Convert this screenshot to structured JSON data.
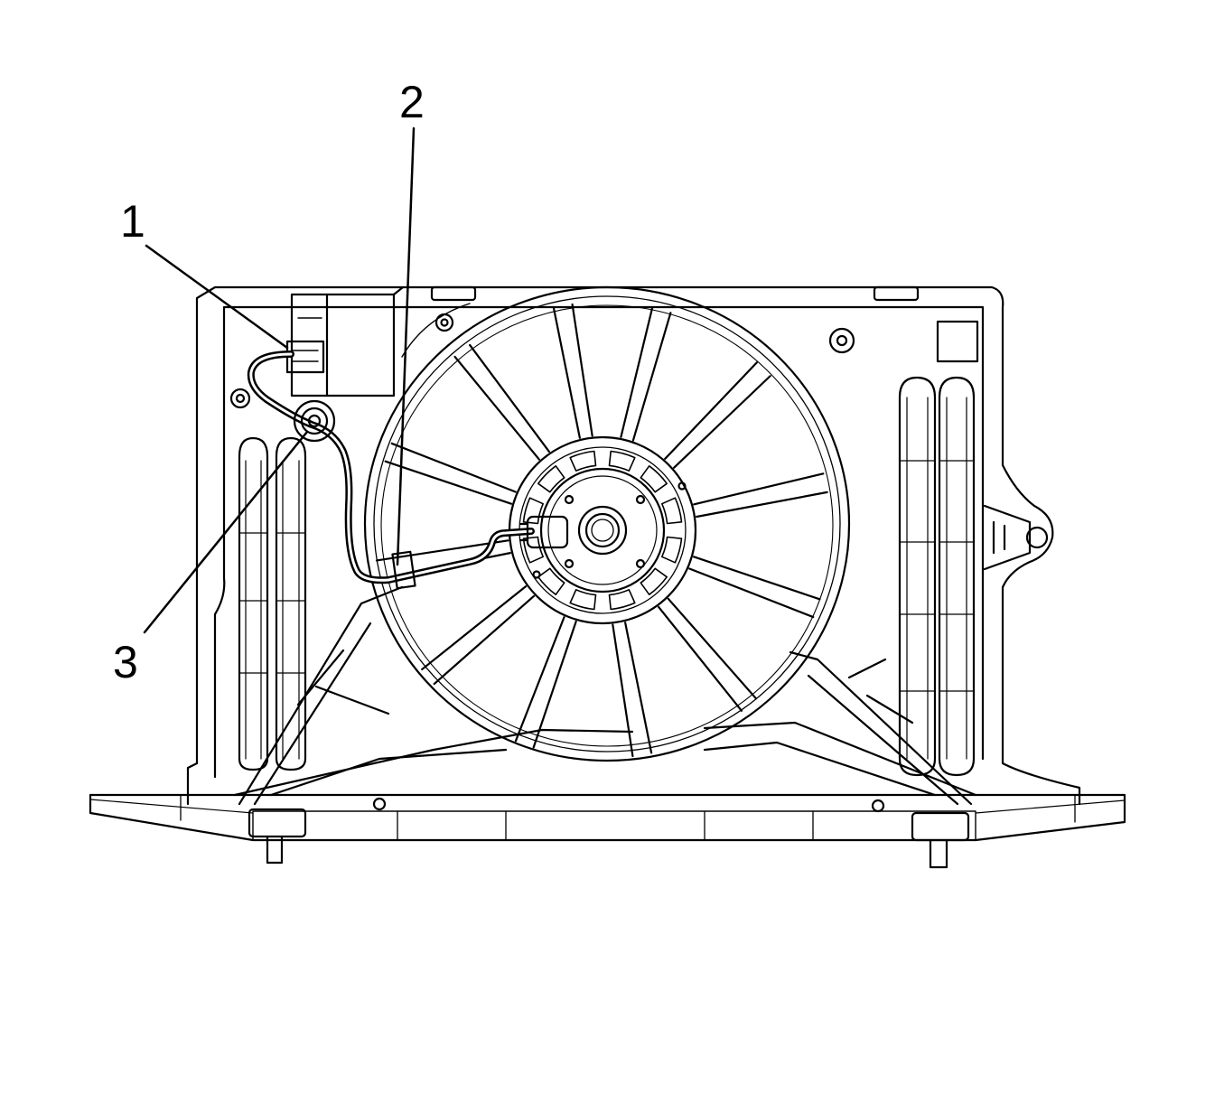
{
  "callouts": [
    {
      "id": "1",
      "text": "1"
    },
    {
      "id": "2",
      "text": "2"
    },
    {
      "id": "3",
      "text": "3"
    }
  ],
  "colors": {
    "ink": "#000000",
    "paper": "#ffffff"
  }
}
